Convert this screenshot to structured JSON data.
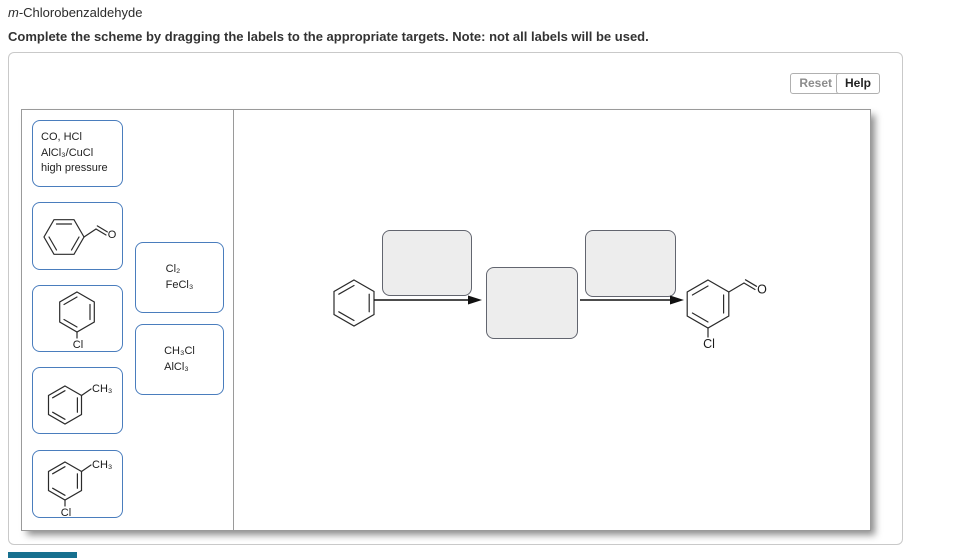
{
  "header": {
    "title_prefix": "m",
    "title_rest": "-Chlorobenzaldehyde",
    "instruction": "Complete the scheme by dragging the labels to the appropriate targets. Note: not all labels will be used."
  },
  "toolbar": {
    "reset": "Reset",
    "help": "Help"
  },
  "label_tiles": {
    "conditions": {
      "line1": "CO, HCl",
      "line2": "AlCl₃/CuCl",
      "line3": "high pressure"
    },
    "cl2_fecl3": {
      "line1": "Cl₂",
      "line2": "FeCl₃"
    },
    "ch3cl_alcl3": {
      "line1": "CH₃Cl",
      "line2": "AlCl₃"
    }
  },
  "atom_labels": {
    "benzaldehyde_o": "O",
    "chlorobenzene_cl": "Cl",
    "toluene_ch3": "CH₃",
    "m_chlorotoluene_ch3": "CH₃",
    "m_chlorotoluene_cl": "Cl",
    "product_o": "O",
    "product_cl": "Cl"
  },
  "colors": {
    "tile_border": "#4a7dbd",
    "target_fill": "#ededed",
    "target_border": "#62656f",
    "progress_bar": "#17708f"
  }
}
